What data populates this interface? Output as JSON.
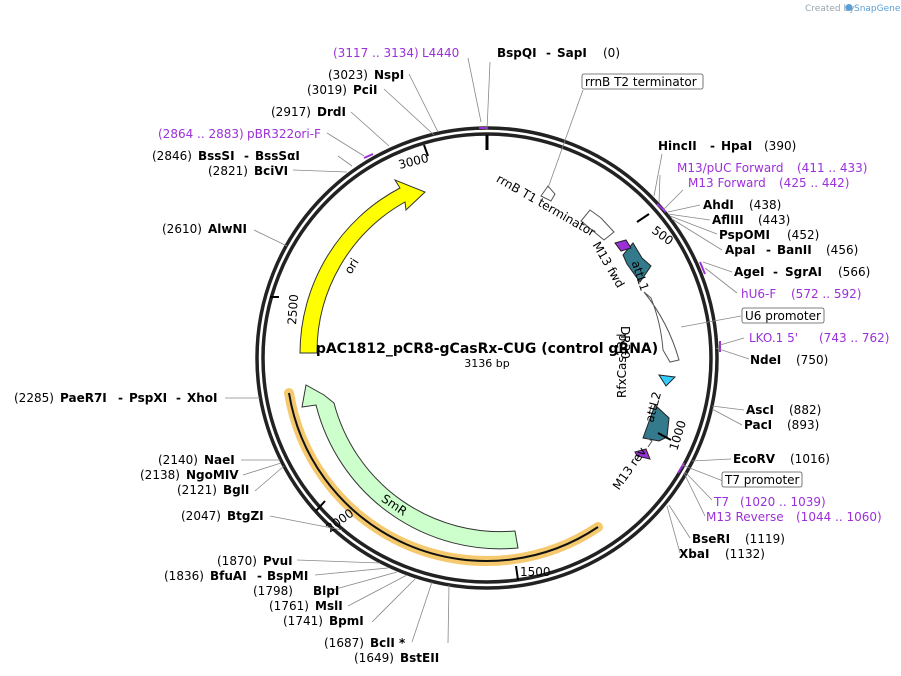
{
  "credit": {
    "prefix": "Created by",
    "brand": "SnapGene"
  },
  "plasmid": {
    "name": "pAC1812_pCR8-gCasRx-CUG (control gRNA)",
    "size": "3136 bp"
  },
  "ticks": [
    "500",
    "1000",
    "1500",
    "2000",
    "2500",
    "3000"
  ],
  "features": {
    "rrnB_T1": "rrnB T1 terminator",
    "M13_fwd": "M13 fwd",
    "attL1": "attL1",
    "DR30": "DR30",
    "RfxCas13d": "RfxCas13d",
    "attL2": "attL2",
    "M13_rev": "M13 rev",
    "SmR": "SmR",
    "ori": "ori"
  },
  "boxed": {
    "rrnB_T2": "rrnB T2 terminator",
    "U6": "U6 promoter",
    "T7": "T7 promoter"
  },
  "sites": {
    "bspqi": {
      "pos": "(0)",
      "name": "BspQI",
      "sep": "-",
      "name2": "SapI"
    },
    "hincii": {
      "pos": "(390)",
      "name": "HincII",
      "sep": "-",
      "name2": "HpaI"
    },
    "ahdi": {
      "pos": "(438)",
      "name": "AhdI"
    },
    "afliii": {
      "pos": "(443)",
      "name": "AflIII"
    },
    "pspomi": {
      "pos": "(452)",
      "name": "PspOMI"
    },
    "apai": {
      "pos": "(456)",
      "name": "ApaI",
      "sep": "-",
      "name2": "BanII"
    },
    "agei": {
      "pos": "(566)",
      "name": "AgeI",
      "sep": "-",
      "name2": "SgrAI"
    },
    "ndei": {
      "pos": "(750)",
      "name": "NdeI"
    },
    "asci": {
      "pos": "(882)",
      "name": "AscI"
    },
    "paci": {
      "pos": "(893)",
      "name": "PacI"
    },
    "ecorv": {
      "pos": "(1016)",
      "name": "EcoRV"
    },
    "bseri": {
      "pos": "(1119)",
      "name": "BseRI"
    },
    "xbai": {
      "pos": "(1132)",
      "name": "XbaI"
    },
    "bstEII": {
      "pos": "(1649)",
      "name": "BstEII"
    },
    "bcli": {
      "pos": "(1687)",
      "name": "BclI *"
    },
    "bpmi": {
      "pos": "(1741)",
      "name": "BpmI"
    },
    "msli": {
      "pos": "(1761)",
      "name": "MslI"
    },
    "blpi": {
      "pos": "(1798)",
      "name": "BlpI"
    },
    "bfuai": {
      "pos": "(1836)",
      "name": "BfuAI",
      "sep": "-",
      "name2": "BspMI"
    },
    "pvui": {
      "pos": "(1870)",
      "name": "PvuI"
    },
    "btgzi": {
      "pos": "(2047)",
      "name": "BtgZI"
    },
    "bgli": {
      "pos": "(2121)",
      "name": "BglI"
    },
    "ngomiv": {
      "pos": "(2138)",
      "name": "NgoMIV"
    },
    "naei": {
      "pos": "(2140)",
      "name": "NaeI"
    },
    "paer7i": {
      "pos": "(2285)",
      "name": "PaeR7I",
      "sep": "-",
      "name2": "PspXI",
      "sep2": "-",
      "name3": "XhoI"
    },
    "alwni": {
      "pos": "(2610)",
      "name": "AlwNI"
    },
    "bcivi": {
      "pos": "(2821)",
      "name": "BciVI"
    },
    "bsssi": {
      "pos": "(2846)",
      "name": "BssSI",
      "sep": "-",
      "name2": "BssSαI"
    },
    "drdi": {
      "pos": "(2917)",
      "name": "DrdI"
    },
    "pcii": {
      "pos": "(3019)",
      "name": "PciI"
    },
    "nspi": {
      "pos": "(3023)",
      "name": "NspI"
    }
  },
  "primers": {
    "l4440": {
      "range": "(3117 .. 3134)",
      "name": "L4440"
    },
    "pbr322ori": {
      "range": "(2864 .. 2883)",
      "name": "pBR322ori-F"
    },
    "m13puc": {
      "name": "M13/pUC Forward",
      "range": "(411 .. 433)"
    },
    "m13fwd": {
      "name": "M13 Forward",
      "range": "(425 .. 442)"
    },
    "hu6f": {
      "name": "hU6-F",
      "range": "(572 .. 592)"
    },
    "lko1": {
      "name": "LKO.1 5'",
      "range": "(743 .. 762)"
    },
    "t7": {
      "name": "T7",
      "range": "(1020 .. 1039)"
    },
    "m13rev": {
      "name": "M13 Reverse",
      "range": "(1044 .. 1060)"
    }
  },
  "colors": {
    "ori": "#ffff00",
    "smr": "#ccffcc",
    "highlight": "#f5c96e",
    "teal": "#337a8c",
    "cyan": "#33ccff",
    "primer": "#9b30d9",
    "brand": "#5a9fd6"
  }
}
